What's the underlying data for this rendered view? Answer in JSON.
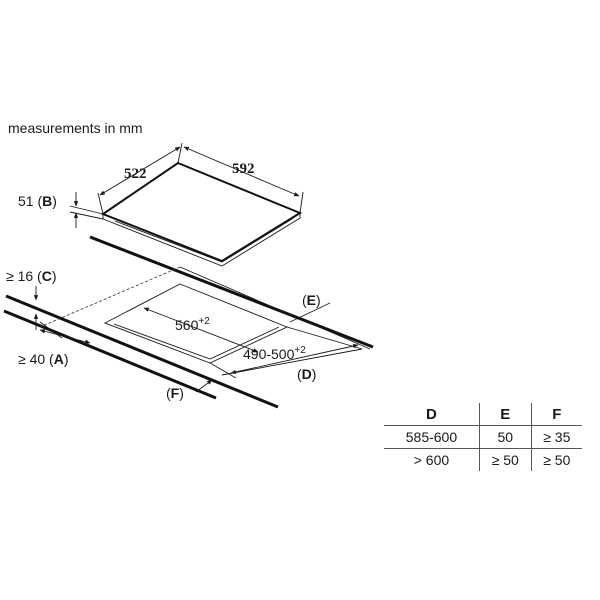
{
  "caption": "measurements in mm",
  "hob": {
    "depth": "522",
    "width": "592"
  },
  "thickness": {
    "value": "51",
    "letter": "B"
  },
  "worktop_front": {
    "prefix": "≥ 16",
    "letter": "C"
  },
  "wall_gap": {
    "prefix": "≥ 40",
    "letter": "A"
  },
  "cutout": {
    "width": "560",
    "width_tol": "+2",
    "depth": "490-500",
    "depth_tol": "+2"
  },
  "labels": {
    "d": "D",
    "e": "E",
    "f": "F"
  },
  "table": {
    "headers": [
      "D",
      "E",
      "F"
    ],
    "rows": [
      [
        "585-600",
        "50",
        "≥ 35"
      ],
      [
        "> 600",
        "≥ 50",
        "≥ 50"
      ]
    ]
  }
}
